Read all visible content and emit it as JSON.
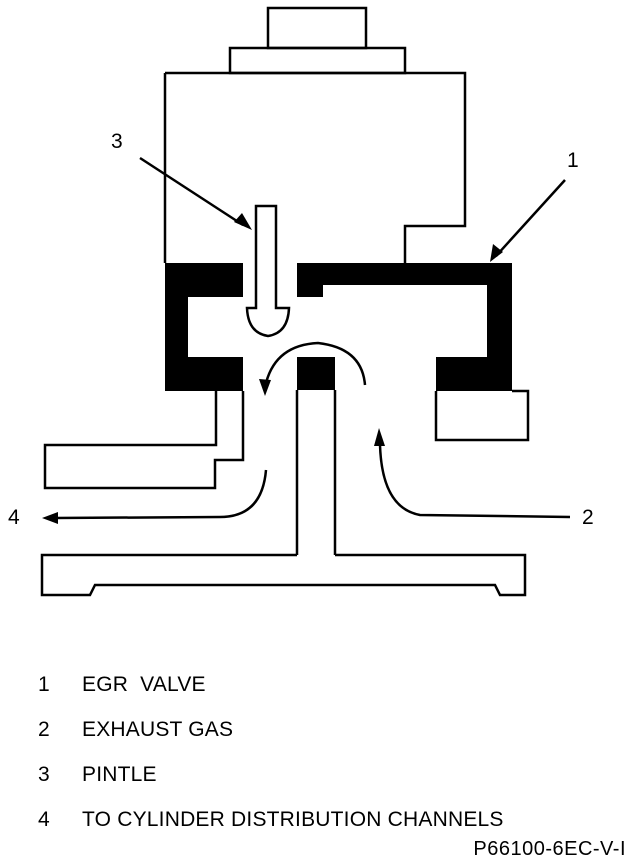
{
  "diagram": {
    "callouts": [
      {
        "id": "pintle",
        "number": "3"
      },
      {
        "id": "egr-valve",
        "number": "1"
      },
      {
        "id": "exhaust-gas",
        "number": "2"
      },
      {
        "id": "to-cylinder",
        "number": "4"
      }
    ]
  },
  "legend": {
    "items": [
      {
        "number": "1",
        "text": "EGR  VALVE"
      },
      {
        "number": "2",
        "text": "EXHAUST GAS"
      },
      {
        "number": "3",
        "text": "PINTLE"
      },
      {
        "number": "4",
        "text": "TO CYLINDER DISTRIBUTION CHANNELS"
      }
    ]
  },
  "figure_code": "P66100-6EC-V-I",
  "colors": {
    "ink": "#000000",
    "paper": "#ffffff"
  }
}
